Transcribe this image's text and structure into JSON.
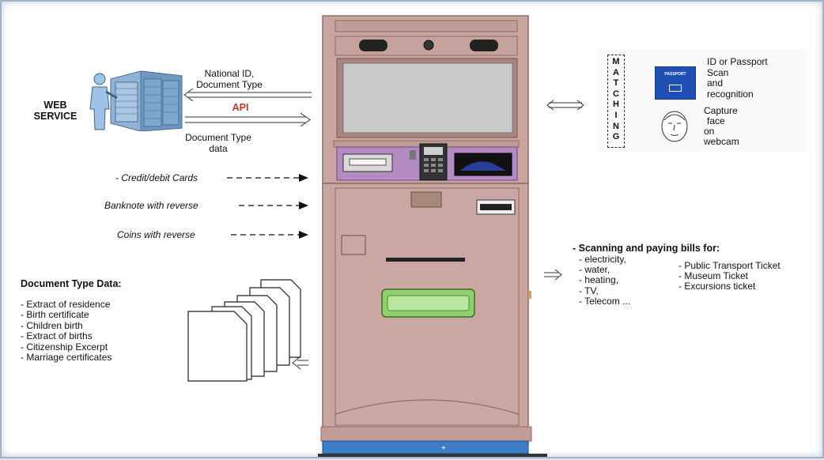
{
  "colors": {
    "kiosk_body": "#c9a5a0",
    "kiosk_edge": "#8f6c68",
    "screen": "#c9c9c9",
    "payment_panel": "#b48ac2",
    "bill_slot": "#8fd06e",
    "base": "#3b7dc6",
    "api_text": "#c0392b"
  },
  "icons": [
    "server-user-icon",
    "passport-icon",
    "face-icon",
    "document-stack-icon"
  ],
  "web_service": {
    "label_line1": "WEB",
    "label_line2": "SERVICE",
    "api_label": "API"
  },
  "request": {
    "line1": "National ID,",
    "line2": "Document Type"
  },
  "response": {
    "line1": "Document Type",
    "line2": "data"
  },
  "payments": {
    "cards": "Credit/debit Cards",
    "banknote": "Banknote with reverse",
    "coins": "Coins with reverse"
  },
  "matching": {
    "letters": [
      "M",
      "A",
      "T",
      "C",
      "H",
      "I",
      "N",
      "G"
    ],
    "passport_text": "PASSPORT",
    "id_scan": [
      "ID or Passport",
      "Scan",
      "and",
      "recognition"
    ],
    "face": [
      "Capture",
      "face",
      "on",
      "webcam"
    ]
  },
  "bills": {
    "title": "- Scanning and paying bills for:",
    "left": [
      "- electricity,",
      "- water,",
      "- heating,",
      "- TV,",
      "- Telecom ..."
    ],
    "right": [
      "- Public Transport Ticket",
      "- Museum Ticket",
      "- Excursions ticket"
    ]
  },
  "documents": {
    "title": "Document Type Data:",
    "items": [
      "- Extract of residence",
      "- Birth certificate",
      "- Children birth",
      "- Extract of births",
      "- Citizenship Excerpt",
      "- Marriage certificates"
    ]
  }
}
